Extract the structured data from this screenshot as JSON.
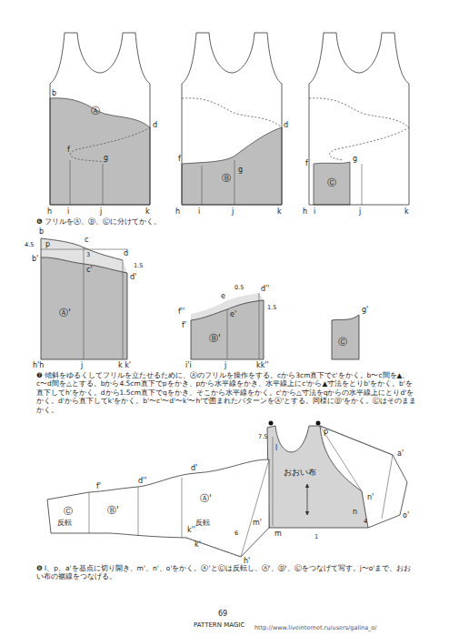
{
  "diagram": {
    "labels": [
      "b",
      "d",
      "Ⓐ",
      "f",
      "g",
      "h",
      "i",
      "j",
      "k",
      "d",
      "Ⓑ",
      "f",
      "g",
      "h",
      "i",
      "j",
      "k",
      "Ⓒ",
      "f",
      "g",
      "h",
      "i",
      "j",
      "k",
      "❻ フリルをⒶ、Ⓑ、Ⓒに分けてかく。",
      "b",
      "4.5",
      "p",
      "c",
      "3",
      "b'",
      "c'",
      "d",
      "1.5",
      "d'",
      "Ⓐ'",
      "h'h",
      "j",
      "k k'",
      "0.5",
      "e",
      "e'",
      "d''",
      "1.5",
      "f''",
      "f'",
      "Ⓑ'",
      "i'i",
      "j",
      "kk''",
      "g'",
      "Ⓒ",
      "❼ 傾斜をゆるくしてフリルを立たせるために、Ⓐのフリルを操作をする。cから3cm直下でc'をかく。b〜c間を▲、c〜d間を△とする。bから4.5cm直下でpをかき、pから水平線をかき、水平線上にc'から▲寸法をとりb'をかく。b'を直下してh'をかく。dから1.5cm直下でqをかき、そこから水平線をかく。c'から△寸法をqからの水平線上にとりd'をかく。d'から直下してk'をかく。b'〜c'〜d'〜k'〜h'で囲まれたパターンをⒶ'とする。同様にⒷ'をかく。Ⓒはそのままかく。",
      "7.5",
      "l",
      "p",
      "おおい布",
      "a'",
      "n'",
      "o'",
      "n",
      "4",
      "1",
      "m",
      "m'",
      "6",
      "k''",
      "h'",
      "d'",
      "f'",
      "d''",
      "k'",
      "Ⓒ",
      "Ⓑ'",
      "Ⓐ'",
      "反転",
      "反転",
      "❽ l、p、a'を基点に切り開き、m'、n'、o'をかく。Ⓐ'とⒸは反転し、Ⓐ'、Ⓑ'、Ⓒをつなげて写す。j〜o'まで、おおい布の裾線をつなげる。",
      "69",
      "PATTERN MAGIC",
      "http://www.liveinternet.ru/users/galina_o/"
    ]
  }
}
